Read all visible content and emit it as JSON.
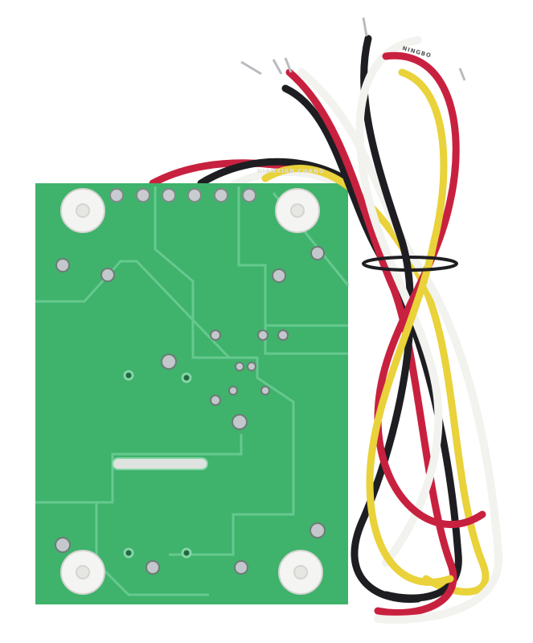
{
  "scene": {
    "wire_print": [
      "DIANXIAN",
      "CHANG",
      "NINGBO"
    ]
  },
  "colors": {
    "background": "#ffffff",
    "board": "#3fb26c",
    "trace": "#5cc486",
    "pad": "#c8ccd0",
    "mount": "#f4f4f2",
    "wire_red": "#c8213f",
    "wire_black": "#1e1e22",
    "wire_white": "#f2f2ef",
    "wire_yellow": "#e9d23a"
  }
}
